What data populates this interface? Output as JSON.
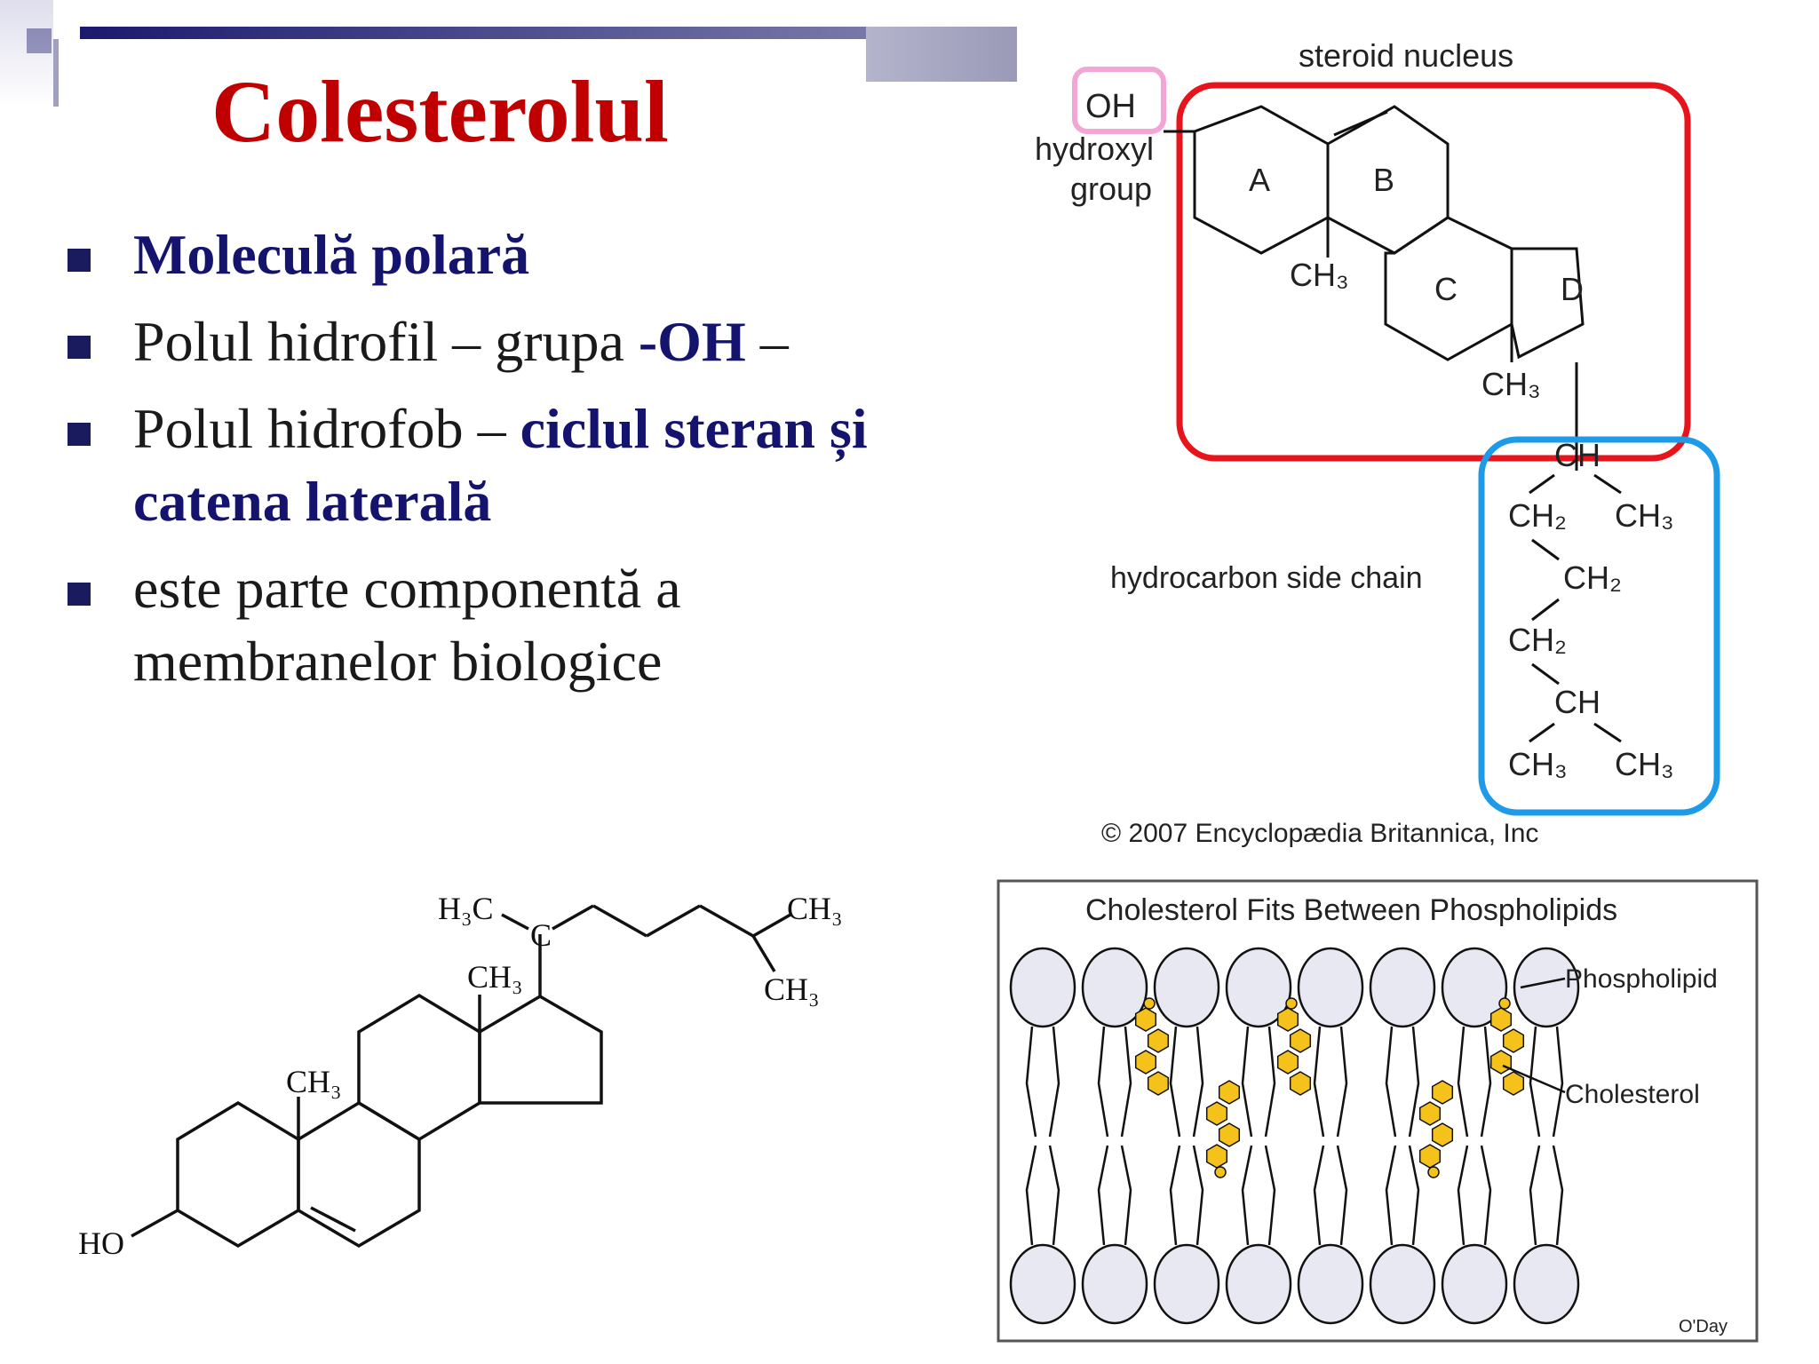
{
  "slide": {
    "title": "Colesterolul",
    "bullets": [
      {
        "parts": [
          {
            "text": "Moleculă polară",
            "bold": true
          }
        ]
      },
      {
        "parts": [
          {
            "text": "Polul hidrofil – grupa ",
            "bold": false
          },
          {
            "text": "-OH",
            "bold": true
          },
          {
            "text": " –",
            "bold": false
          }
        ]
      },
      {
        "parts": [
          {
            "text": "Polul hidrofob – ",
            "bold": false
          },
          {
            "text": "ciclul steran și catena laterală",
            "bold": true
          }
        ]
      },
      {
        "parts": [
          {
            "text": "este parte componentă a membranelor biologice",
            "bold": false
          }
        ]
      }
    ]
  },
  "britannica_diagram": {
    "steroid_nucleus_label": "steroid nucleus",
    "oh_label": "OH",
    "hydroxyl_line1": "hydroxyl",
    "hydroxyl_line2": "group",
    "ring_a": "A",
    "ring_b": "B",
    "ring_c": "C",
    "ring_d": "D",
    "ch3_1": "CH₃",
    "ch3_2": "CH₃",
    "side_chain_label": "hydrocarbon side chain",
    "chain": [
      "CH",
      "CH₂",
      "CH₃",
      "CH₂",
      "CH₂",
      "CH",
      "CH₃",
      "CH₃"
    ],
    "copyright": "© 2007 Encyclopædia Britannica, Inc",
    "colors": {
      "nucleus_box": "#e8141b",
      "chain_box": "#1e9be8",
      "hydroxyl_box": "#f2a6d6"
    }
  },
  "skeletal_formula": {
    "ho": "HO",
    "ch3_a": "CH₃",
    "ch3_b": "CH₃",
    "h3c": "H₃C",
    "c": "C",
    "ch3_c": "CH₃",
    "ch3_d": "CH₃"
  },
  "membrane_diagram": {
    "title": "Cholesterol Fits Between Phospholipids",
    "phospholipid_label": "Phospholipid",
    "cholesterol_label": "Cholesterol",
    "credit": "O'Day",
    "colors": {
      "cholesterol": "#f5c21b",
      "head": "#e8e8f2"
    }
  },
  "decoration_colors": {
    "navy": "#1a1a6e",
    "band": "#9a9ac0"
  }
}
